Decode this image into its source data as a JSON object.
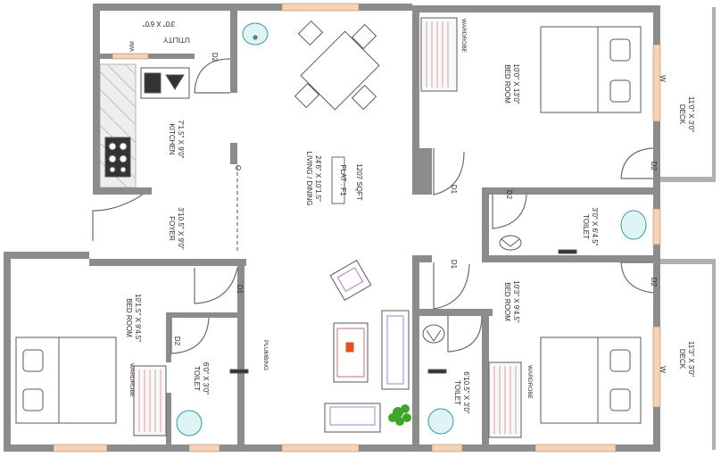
{
  "rooms": {
    "utility": {
      "name": "UTILITY",
      "size": "3'0\" X 6'0\"",
      "wm": "WM"
    },
    "kitchen": {
      "name": "KITCHEN",
      "size": "7'1.5\" X 9'0\""
    },
    "living": {
      "name": "LIVING / DINING",
      "size": "24'6\" X 10'1.5\"",
      "flat": "FLAT : F1",
      "area": "1207 SQFT"
    },
    "foyer": {
      "name": "FOYER",
      "size": "3'10.5\" X 9'0\""
    },
    "bed_top": {
      "name": "BED ROOM",
      "size": "10'0\" X 13'0\"",
      "wardrobe": "WARDROBE"
    },
    "bed_left": {
      "name": "BED ROOM",
      "size": "10'1.5\" X 9'4.5\"",
      "wardrobe": "WARDROBE"
    },
    "bed_right": {
      "name": "BED ROOM",
      "size": "10'3\" X 9'4.5\"",
      "wardrobe": "WARDROBE"
    },
    "toilet_top": {
      "name": "TOILET",
      "size": "3'0\" X 6'4.5\""
    },
    "toilet_left": {
      "name": "TOILET",
      "size": "6'0\" X 3'0\"",
      "plumbing": "PLUMBING"
    },
    "toilet_mid": {
      "name": "TOILET",
      "size": "6'10.5\" X 3'0\""
    },
    "deck_top": {
      "name": "DECK",
      "size": "11'0\" X 3'0\""
    },
    "deck_bottom": {
      "name": "DECK",
      "size": "11'3\" X 3'0\""
    }
  },
  "doors": {
    "d1": "D1",
    "d2": "D2",
    "w": "W",
    "o": "O"
  },
  "colors": {
    "wall": "#8c8c8c",
    "window": "#f6d2b4",
    "furniture": "#5a5a5a",
    "accent": "#b07cc6",
    "plant": "#3fa62b",
    "tile": "#7fc8c8",
    "fire": "#e05020"
  }
}
